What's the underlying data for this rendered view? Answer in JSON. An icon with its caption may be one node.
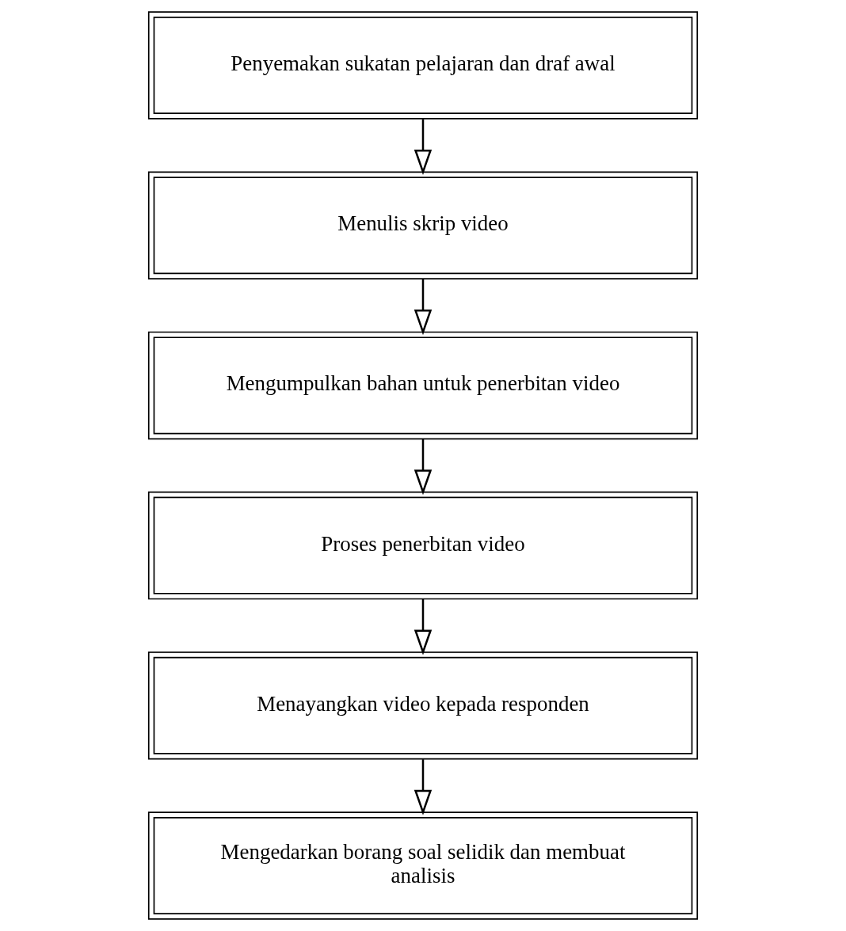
{
  "diagram": {
    "nodes": [
      {
        "text": [
          "Penyemakan sukatan pelajaran dan draf awal"
        ]
      },
      {
        "text": [
          "Menulis skrip video"
        ]
      },
      {
        "text": [
          "Mengumpulkan bahan untuk penerbitan video"
        ]
      },
      {
        "text": [
          "Proses penerbitan video"
        ]
      },
      {
        "text": [
          "Menayangkan video kepada responden"
        ]
      },
      {
        "text": [
          "Mengedarkan borang soal selidik dan membuat analisis"
        ]
      }
    ],
    "edges": [
      {
        "from": 0,
        "to": 1,
        "arrow": "to"
      },
      {
        "from": 1,
        "to": 2,
        "arrow": "to"
      },
      {
        "from": 2,
        "to": 3,
        "arrow": "to"
      },
      {
        "from": 3,
        "to": 4,
        "arrow": "to"
      },
      {
        "from": 4,
        "to": 5,
        "arrow": "to"
      }
    ]
  }
}
